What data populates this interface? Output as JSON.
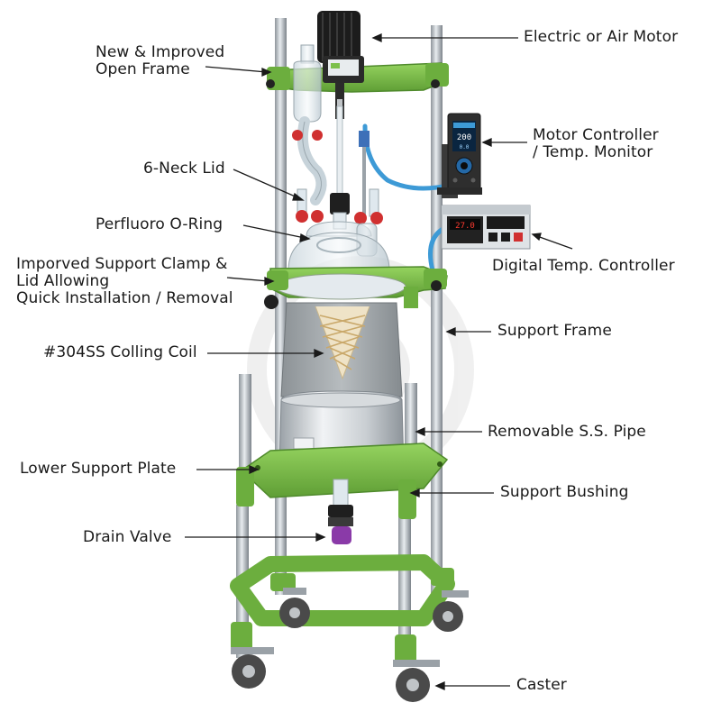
{
  "labels": {
    "open_frame": [
      "New & Improved",
      "Open Frame"
    ],
    "motor": [
      "Electric or Air Motor"
    ],
    "motor_controller": [
      "Motor Controller",
      "/ Temp. Monitor"
    ],
    "neck_lid": [
      "6-Neck Lid"
    ],
    "o_ring": [
      "Perfluoro O-Ring"
    ],
    "clamp": [
      "Imporved Support Clamp &",
      "Lid Allowing",
      "Quick Installation / Removal"
    ],
    "temp_controller": [
      "Digital Temp. Controller"
    ],
    "support_frame": [
      "Support Frame"
    ],
    "coil": [
      "#304SS Colling Coil"
    ],
    "pipe": [
      "Removable S.S. Pipe"
    ],
    "lower_plate": [
      "Lower Support Plate"
    ],
    "bushing": [
      "Support Bushing"
    ],
    "drain_valve": [
      "Drain Valve"
    ],
    "caster": [
      "Caster"
    ]
  },
  "controller_display": [
    "200",
    "0.0"
  ],
  "temp_display": "27.0",
  "colors": {
    "frame_green": "#7cc04a",
    "frame_dark": "#4f8a2c",
    "steel": "#b9bec3",
    "glass": "#dfe8ee",
    "blue_hose": "#3d9ad6",
    "red_clip": "#d03030",
    "drain_purple": "#8a3aa8"
  }
}
